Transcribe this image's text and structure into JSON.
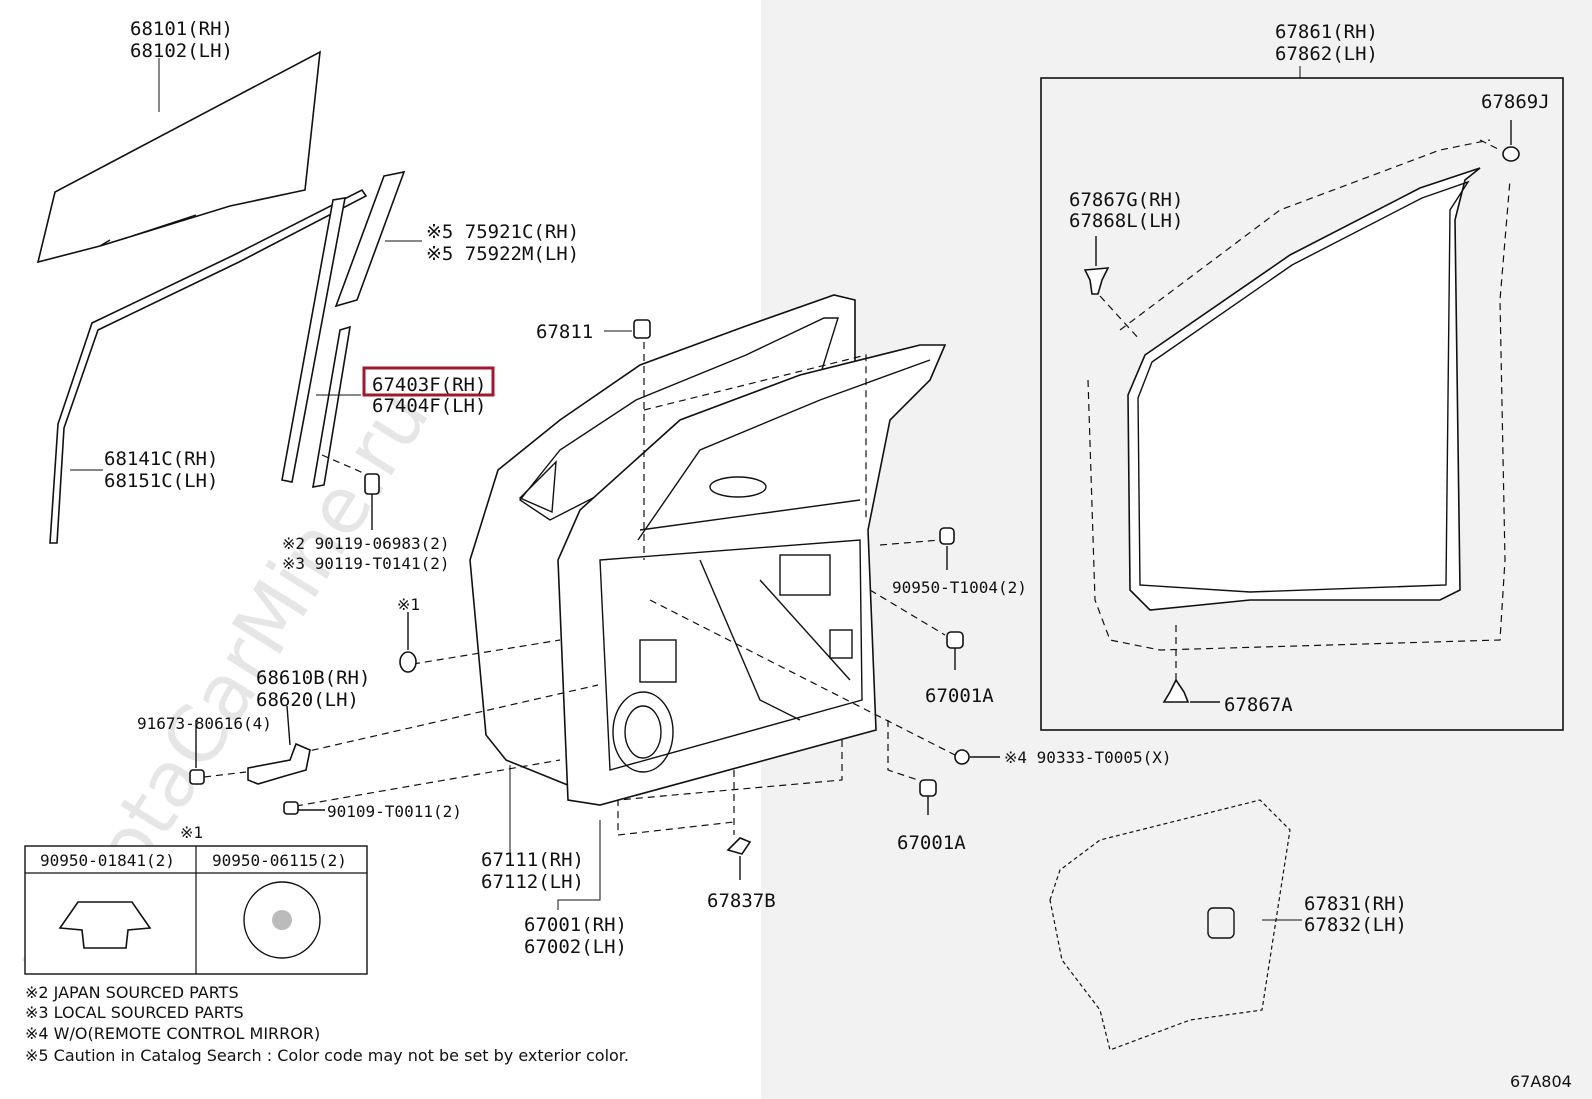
{
  "diagram": {
    "parts": {
      "glass_rh": "68101(RH)",
      "glass_lh": "68102(LH)",
      "run_rh": "68141C(RH)",
      "run_lh": "68151C(LH)",
      "garnish_rh": "※5 75921C(RH)",
      "garnish_lh": "※5 75922M(LH)",
      "weatherstrip_rh": "67403F(RH)",
      "weatherstrip_lh": "67404F(LH)",
      "bolt_japan": "※2 90119-06983(2)",
      "bolt_local": "※3 90119-T0141(2)",
      "cushion_67811": "67811",
      "mark_1": "※1",
      "check_rh": "68610B(RH)",
      "check_lh": "68620(LH)",
      "bolt_91673": "91673-80616(4)",
      "bolt_90109": "90109-T0011(2)",
      "panel_rh": "67111(RH)",
      "panel_lh": "67112(LH)",
      "door_rh": "67001(RH)",
      "door_lh": "67002(LH)",
      "clip_67837b": "67837B",
      "clip_90950_t1004": "90950-T1004(2)",
      "stopper_upper": "67001A",
      "stopper_lower": "67001A",
      "plug_90333": "※4 90333-T0005(X)",
      "door_weatherstrip_rh": "67861(RH)",
      "door_weatherstrip_lh": "67862(LH)",
      "clip_67869j": "67869J",
      "clip_67867g": "67867G(RH)",
      "clip_67868l": "67868L(LH)",
      "clip_67867a": "67867A",
      "cover_rh": "67831(RH)",
      "cover_lh": "67832(LH)"
    },
    "inset": {
      "mark": "※1",
      "col1": "90950-01841(2)",
      "col2": "90950-06115(2)"
    },
    "notes": [
      "※2 JAPAN SOURCED PARTS",
      "※3 LOCAL SOURCED PARTS",
      "※4 W/O(REMOTE CONTROL MIRROR)",
      "※5 Caution in Catalog Search : Color code may not be set by exterior color."
    ],
    "page_code": "67A804",
    "watermark": "ToyotaCarMine.ru",
    "colors": {
      "highlight": "#a0192e",
      "right_panel_bg": "#f2f2f2",
      "ink": "#111111"
    }
  }
}
